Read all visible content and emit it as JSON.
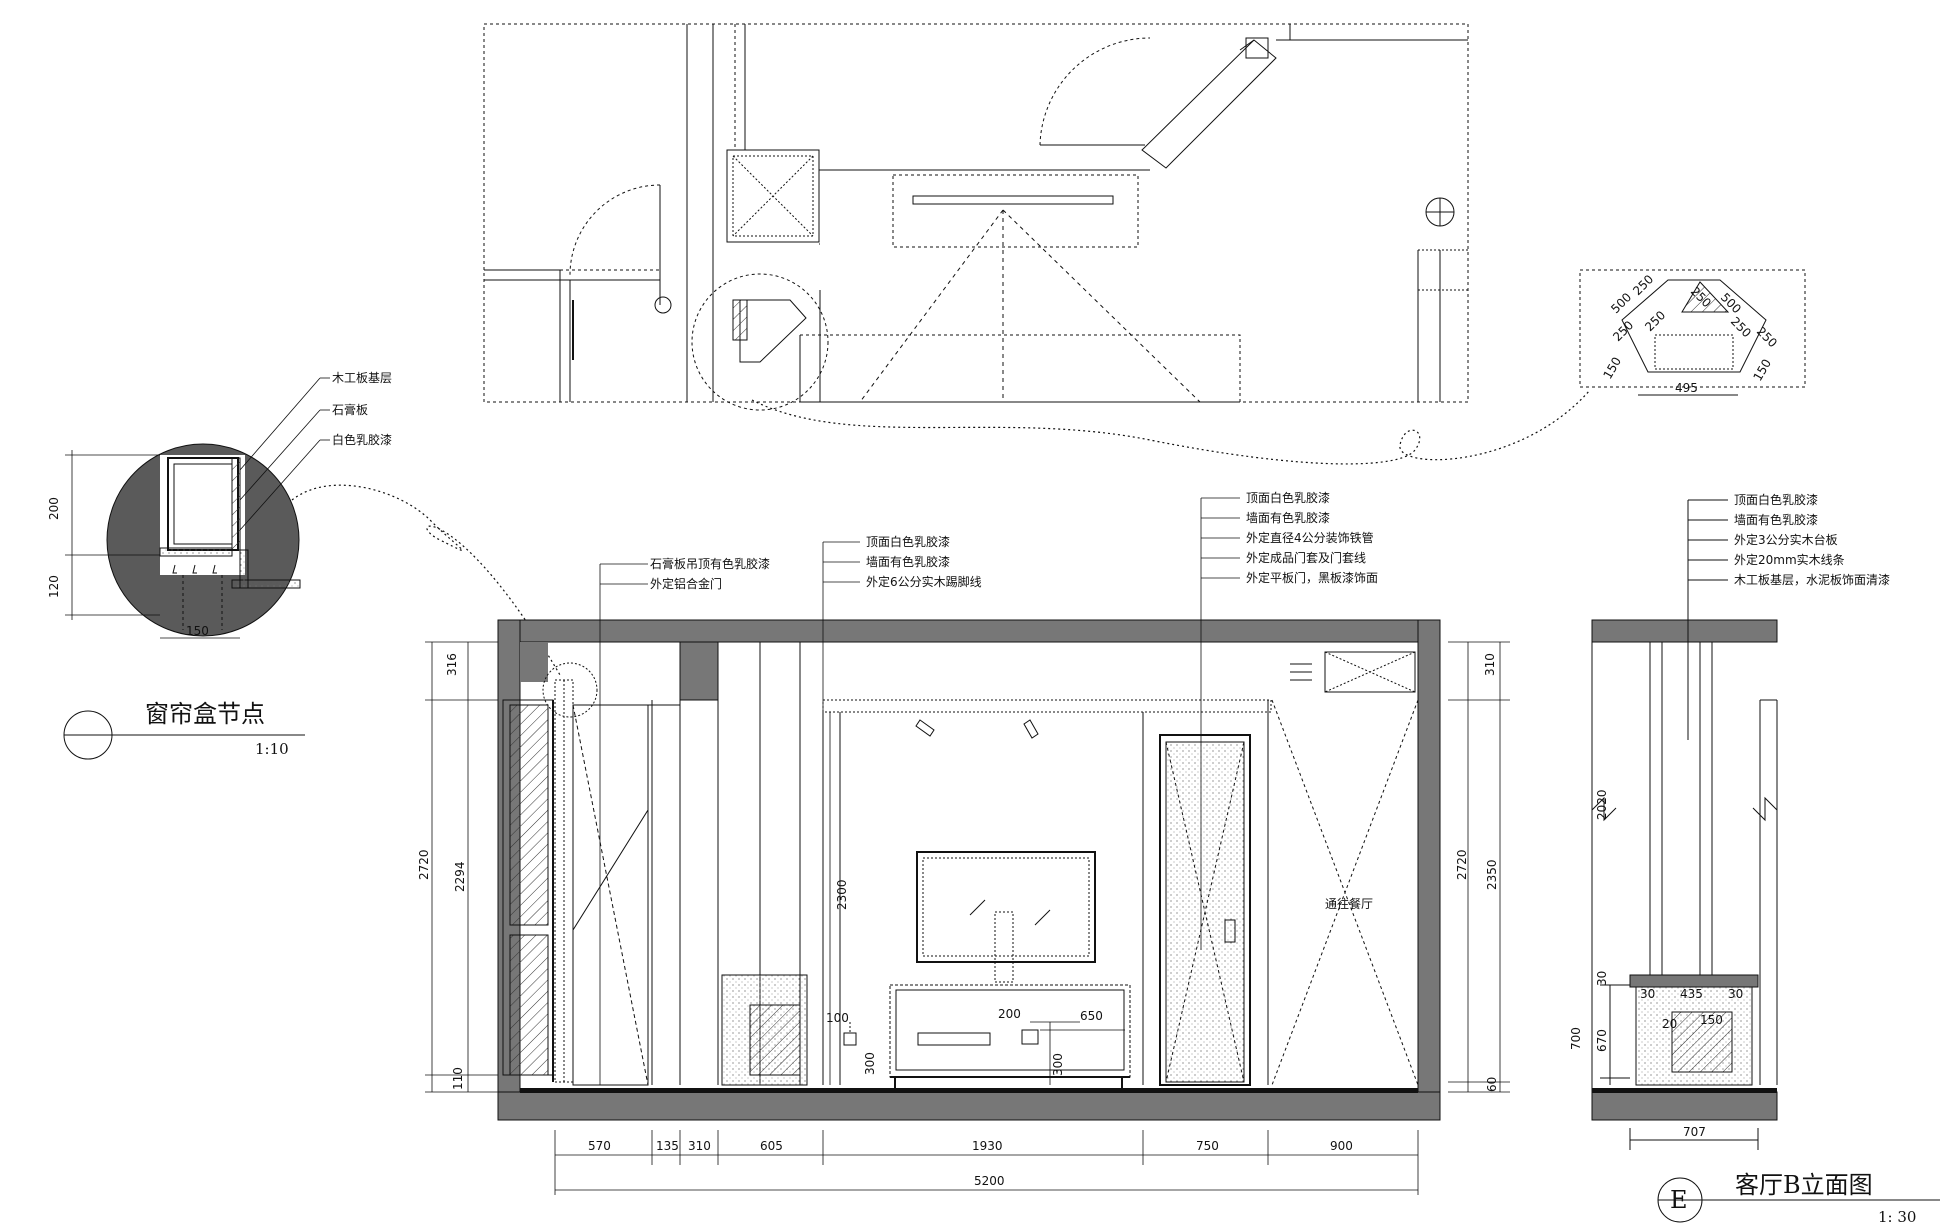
{
  "curtain_detail": {
    "notes": [
      "木工板基层",
      "石膏板",
      "白色乳胶漆"
    ],
    "dims": [
      "200",
      "120",
      "150"
    ],
    "title": "窗帘盒节点",
    "scale": "1:10"
  },
  "corner_detail": {
    "dims": [
      "500",
      "250",
      "250",
      "500",
      "250",
      "250",
      "250",
      "250",
      "150",
      "150",
      "495"
    ]
  },
  "elevation": {
    "notes_a": [
      "石膏板吊顶有色乳胶漆",
      "外定铝合金门"
    ],
    "notes_b": [
      "顶面白色乳胶漆",
      "墙面有色乳胶漆",
      "外定6公分实木踢脚线"
    ],
    "notes_c": [
      "顶面白色乳胶漆",
      "墙面有色乳胶漆",
      "外定直径4公分装饰铁管",
      "外定成品门套及门套线",
      "外定平板门，黑板漆饰面"
    ],
    "left_dims": [
      "316",
      "2720",
      "2294",
      "110"
    ],
    "right_dims": [
      "310",
      "2720",
      "2350",
      "60"
    ],
    "inner_dims": [
      "2300",
      "100",
      "300",
      "200",
      "650",
      "300"
    ],
    "room_label": "通往餐厅",
    "bottom_dims": [
      "570",
      "135",
      "310",
      "605",
      "1930",
      "750",
      "900"
    ],
    "total_dim": "5200"
  },
  "section": {
    "notes": [
      "顶面白色乳胶漆",
      "墙面有色乳胶漆",
      "外定3公分实木台板",
      "外定20mm实木线条",
      "木工板基层，水泥板饰面清漆"
    ],
    "left_dims": [
      "2020",
      "30",
      "700",
      "670"
    ],
    "inner_dims": [
      "30",
      "435",
      "30",
      "150",
      "20"
    ],
    "bottom_dim": "707"
  },
  "title_block": {
    "symbol": "E",
    "title": "客厅B立面图",
    "scale": "1: 30"
  }
}
